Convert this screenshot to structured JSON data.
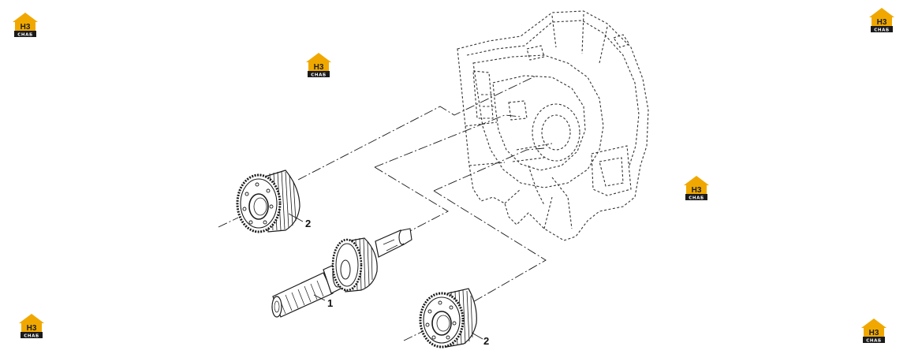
{
  "logo": {
    "top_text": "H3",
    "bottom_text": "CHAБ",
    "colors": {
      "roof": "#f0a800",
      "body": "#f0a800",
      "band": "#1a1a1a",
      "text_dark": "#1d1d1d",
      "text_light": "#ffffff"
    }
  },
  "callouts": [
    {
      "id": "shaft",
      "label": "1"
    },
    {
      "id": "gear-upper",
      "label": "2"
    },
    {
      "id": "gear-lower",
      "label": "2"
    }
  ],
  "colors": {
    "line": "#1a1a1a",
    "dashed": "#333333",
    "background": "#ffffff"
  }
}
